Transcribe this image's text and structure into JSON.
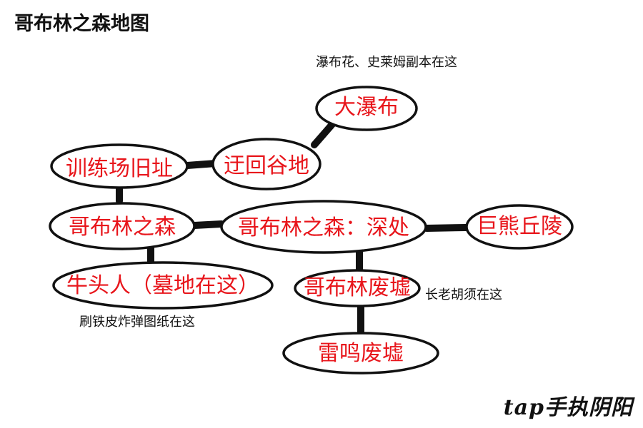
{
  "title": "哥布林之森地图",
  "colors": {
    "node_text": "#e8151b",
    "edge": "#111111",
    "node_stroke": "#111111",
    "node_fill": "#ffffff"
  },
  "nodes": {
    "waterfall": "大瀑布",
    "valley": "迂回谷地",
    "training": "训练场旧址",
    "forest": "哥布林之森",
    "deep": "哥布林之森：深处",
    "bear": "巨熊丘陵",
    "minotaur": "牛头人（墓地在这）",
    "ruins": "哥布林废墟",
    "thunder": "雷鸣废墟"
  },
  "notes": {
    "waterfall": "瀑布花、史莱姆副本在这",
    "minotaur": "刷铁皮炸弹图纸在这",
    "ruins": "长老胡须在这"
  },
  "watermark": "tap手执阴阳"
}
